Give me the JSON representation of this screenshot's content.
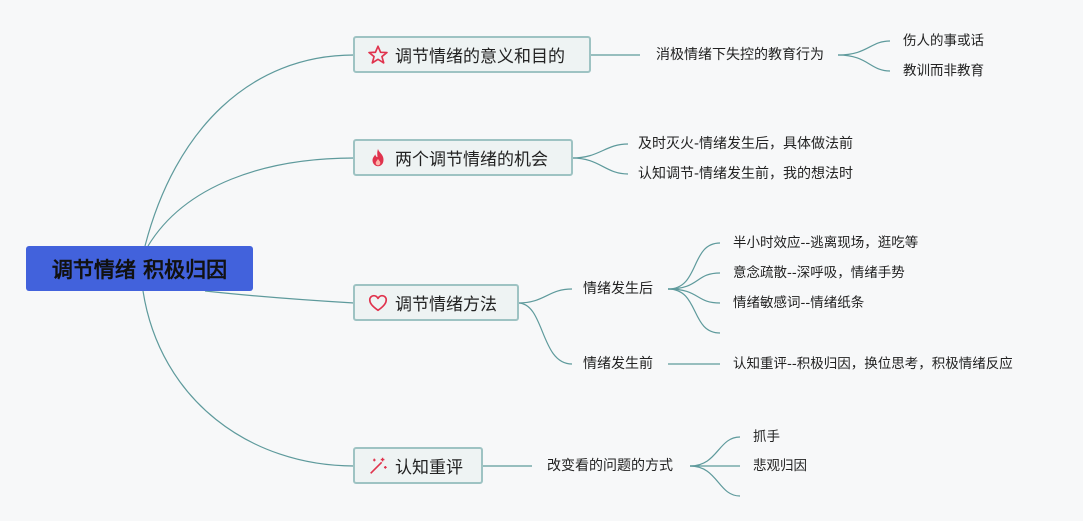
{
  "root": {
    "label": "调节情绪 积极归因"
  },
  "branches": [
    {
      "label": "调节情绪的意义和目的",
      "icon": "star-icon",
      "children": [
        {
          "label": "消极情绪下失控的教育行为",
          "children": [
            "伤人的事或话",
            "教训而非教育"
          ]
        }
      ]
    },
    {
      "label": "两个调节情绪的机会",
      "icon": "fire-icon",
      "children": [
        {
          "label": "及时灭火-情绪发生后，具体做法前"
        },
        {
          "label": "认知调节-情绪发生前，我的想法时"
        }
      ]
    },
    {
      "label": "调节情绪方法",
      "icon": "heart-icon",
      "children": [
        {
          "label": "情绪发生后",
          "children": [
            "半小时效应--逃离现场，逛吃等",
            "意念疏散--深呼吸，情绪手势",
            "情绪敏感词--情绪纸条",
            ""
          ]
        },
        {
          "label": "情绪发生前",
          "children": [
            "认知重评--积极归因，换位思考，积极情绪反应"
          ]
        }
      ]
    },
    {
      "label": "认知重评",
      "icon": "sparkles-icon",
      "children": [
        {
          "label": "改变看的问题的方式",
          "children": [
            "抓手",
            "悲观归因",
            ""
          ]
        }
      ]
    }
  ],
  "colors": {
    "root": "#4262dc",
    "line": "#5e9a9c",
    "branch_border": "#9ec3c3",
    "icon": "#e0334d"
  }
}
